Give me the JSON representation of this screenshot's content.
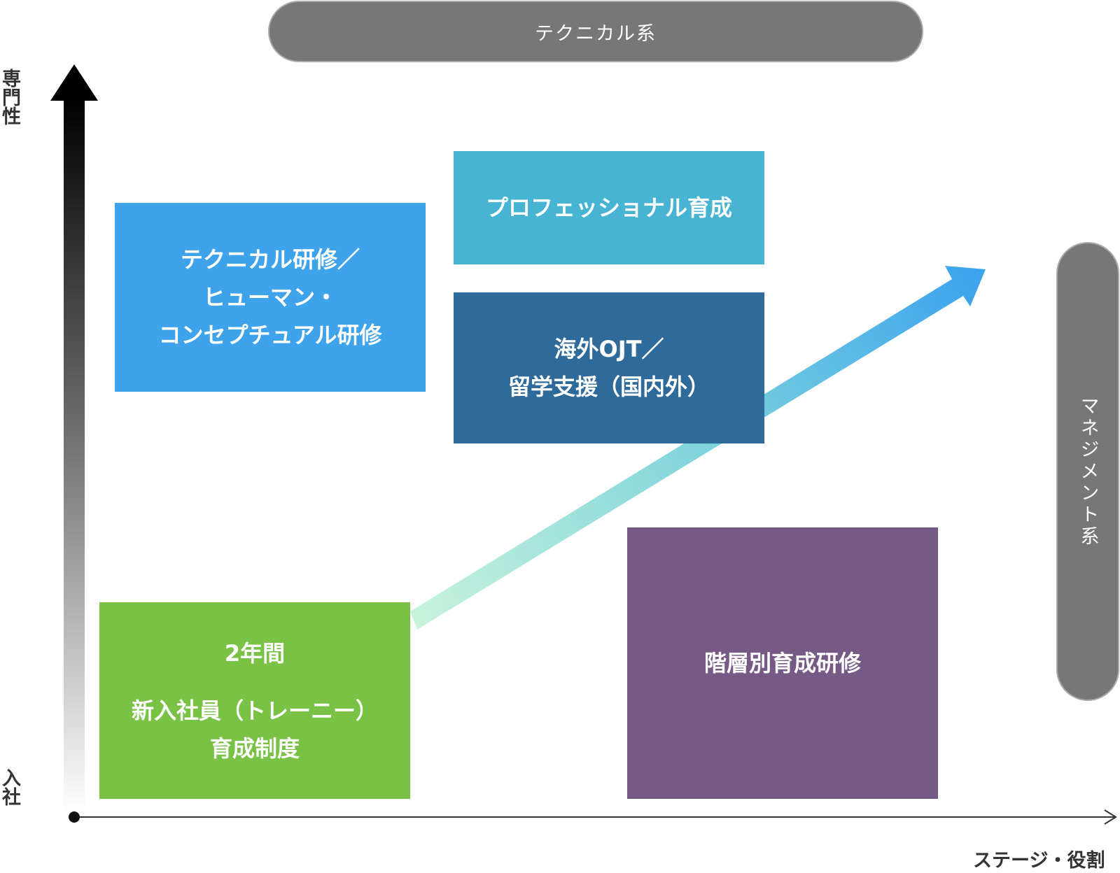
{
  "pills": {
    "technical": "テクニカル系",
    "management": "マネジメント系"
  },
  "axes": {
    "y_top": "専門性",
    "y_bottom": "入社",
    "x": "ステージ・役割"
  },
  "boxes": {
    "technical_training": {
      "line1": "テクニカル研修／",
      "line2": "ヒューマン・",
      "line3": "コンセプチュアル研修"
    },
    "professional": {
      "line1": "プロフェッショナル育成"
    },
    "overseas": {
      "line1": "海外OJT／",
      "line2": "留学支援（国内外）"
    },
    "tiered": {
      "line1": "階層別育成研修"
    },
    "new_hire": {
      "line1": "2年間",
      "line2": "新入社員（トレーニー）",
      "line3": "育成制度"
    }
  },
  "colors": {
    "technical_training": "#3ea3ea",
    "professional": "#47b4d4",
    "overseas": "#2e6a9a",
    "tiered": "#775985",
    "new_hire": "#79c245",
    "pill": "#777777"
  }
}
